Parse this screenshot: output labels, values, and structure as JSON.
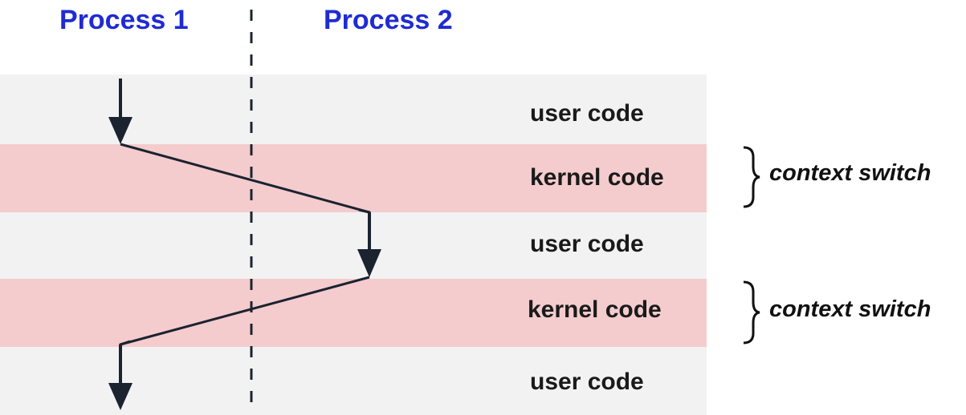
{
  "processes": [
    {
      "label": "Process 1"
    },
    {
      "label": "Process 2"
    }
  ],
  "bands": [
    {
      "label": "user code",
      "kind": "user"
    },
    {
      "label": "kernel code",
      "kind": "kernel"
    },
    {
      "label": "user code",
      "kind": "user"
    },
    {
      "label": "kernel code",
      "kind": "kernel"
    },
    {
      "label": "user code",
      "kind": "user"
    }
  ],
  "context_switches": [
    {
      "label": "context switch"
    },
    {
      "label": "context switch"
    }
  ],
  "colors": {
    "header_text": "#1f2bd3",
    "user_band": "#f2f2f2",
    "kernel_band": "#f4ccce",
    "arrow": "#1b2330"
  }
}
